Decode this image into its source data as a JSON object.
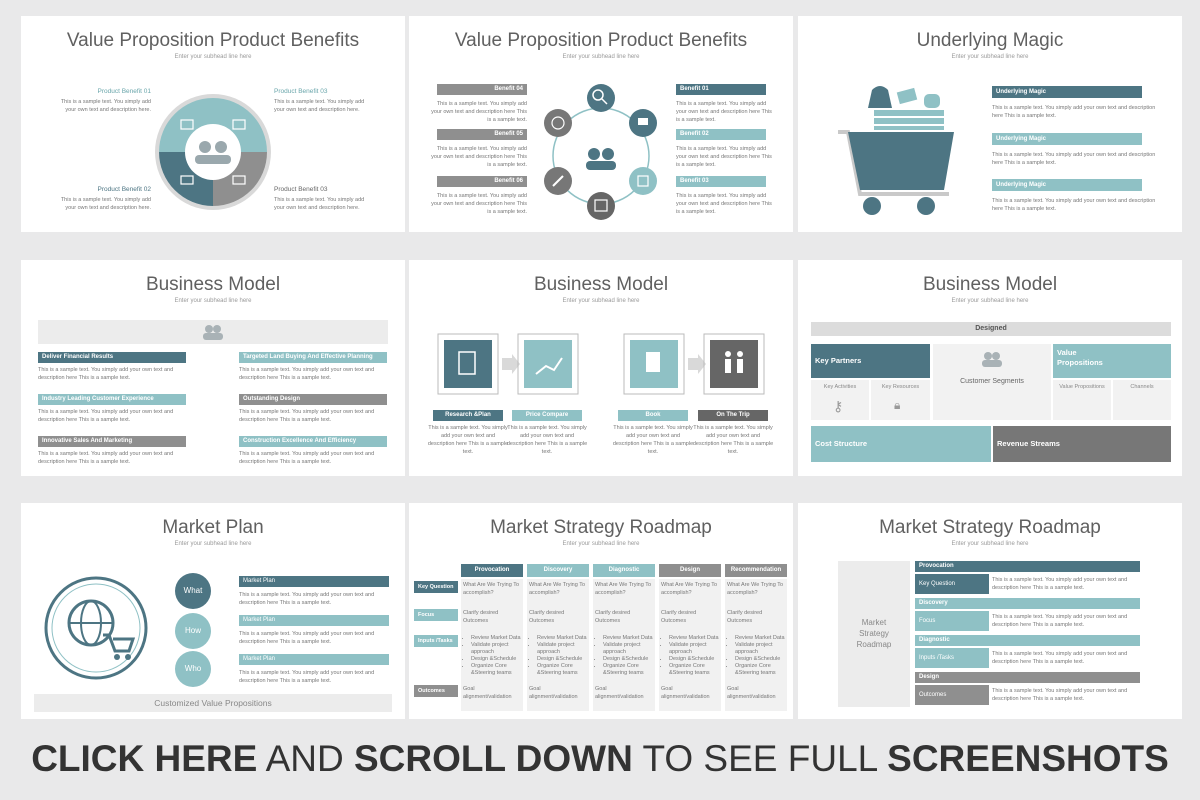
{
  "colors": {
    "dark": "#4d7583",
    "light": "#8fc1c5",
    "grey": "#8f8f8f",
    "bg": "#e9e9ea"
  },
  "sample_short": "This is a sample text. You simply add your own text and description here.",
  "sample_long": "This is a sample text. You simply add your own text and description here This is a sample text.",
  "subhead": "Enter your subhead line here",
  "slide1": {
    "title": "Value Proposition Product Benefits",
    "labels": [
      "Product Benefit 01",
      "Product Benefit 03",
      "Product Benefit 02",
      "Product Benefit 03"
    ]
  },
  "slide2": {
    "title": "Value Proposition Product Benefits",
    "left": [
      "Benefit 04",
      "Benefit 05",
      "Benefit 06"
    ],
    "right": [
      "Benefit 01",
      "Benefit 02",
      "Benefit 03"
    ]
  },
  "slide3": {
    "title": "Underlying Magic",
    "items": [
      "Underlying Magic",
      "Underlying Magic",
      "Underlying Magic"
    ]
  },
  "slide4": {
    "title": "Business Model",
    "left": [
      "Deliver Financial Results",
      "Industry Leading Customer Experience",
      "Innovative Sales And Marketing"
    ],
    "right": [
      "Targeted Land Buying And Effective Planning",
      "Outstanding Design",
      "Construction Excellence And Efficiency"
    ]
  },
  "slide5": {
    "title": "Business Model",
    "steps": [
      "Research &Plan",
      "Price Compare",
      "Book",
      "On The Trip"
    ]
  },
  "slide6": {
    "title": "Business Model",
    "designed": "Designed",
    "key_partners": "Key Partners",
    "key_activities": "Key Activities",
    "key_resources": "Key Resources",
    "customer_segments": "Customer Segments",
    "value_propositions": "Value Propositions",
    "value_propositions_small": "Value Propositions",
    "channels": "Channels",
    "cost_structure": "Cost Structure",
    "revenue_streams": "Revenue Streams"
  },
  "slide7": {
    "title": "Market Plan",
    "circles": [
      "What",
      "How",
      "Who"
    ],
    "bars": [
      "Market Plan",
      "Market Plan",
      "Market Plan"
    ],
    "footer": "Customized Value Propositions"
  },
  "slide8": {
    "title": "Market Strategy Roadmap",
    "cols": [
      "Provocation",
      "Discovery",
      "Diagnostic",
      "Design",
      "Recommendation"
    ],
    "rows": [
      "Key Question",
      "Focus",
      "Inputs /Tasks",
      "Outcomes"
    ],
    "question": "What Are We Trying To accomplish?",
    "focus": "Clarify desired Outcomes",
    "tasks": [
      "Review Market Data",
      "Validate project approach",
      "Design &Schedule",
      "Organize Core &Steering teams"
    ],
    "outcome": "Goal alignment/validation"
  },
  "slide9": {
    "title": "Market Strategy Roadmap",
    "side": "Market Strategy Roadmap",
    "headers": [
      "Provocation",
      "Discovery",
      "Diagnostic",
      "Design"
    ],
    "rows": [
      "Key Question",
      "Focus",
      "Inputs /Tasks",
      "Outcomes"
    ]
  },
  "banner": {
    "p1": "CLICK HERE",
    "p2": " AND ",
    "p3": "SCROLL DOWN",
    "p4": " TO SEE FULL ",
    "p5": "SCREENSHOTS"
  }
}
